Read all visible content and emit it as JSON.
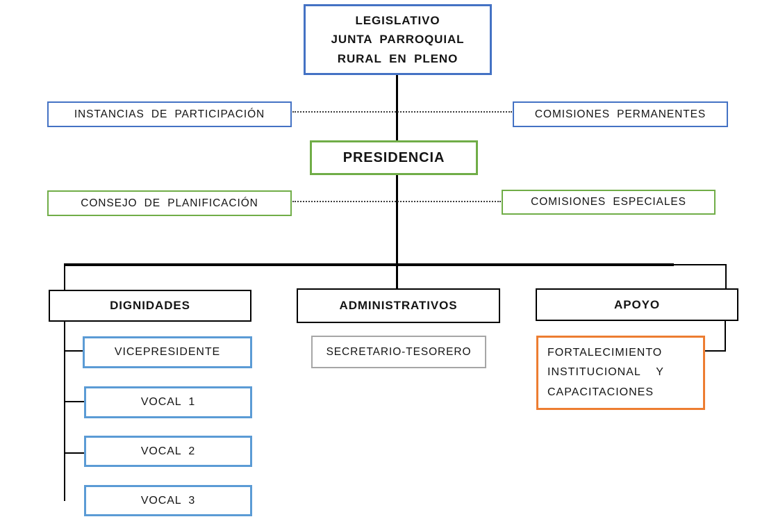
{
  "diagram": {
    "type": "org-chart",
    "language": "es",
    "colors": {
      "blue": "#4472C4",
      "green": "#70AD47",
      "lightblue": "#5B9BD5",
      "orange": "#ED7D31",
      "gray": "#A6A6A6",
      "line": "#000000"
    },
    "nodes": {
      "legislativo": {
        "label": "LEGISLATIVO\nJUNTA PARROQUIAL\nRURAL EN PLENO",
        "border": "blue",
        "level": 1
      },
      "instancias": {
        "label": "INSTANCIAS DE PARTICIPACIÓN",
        "border": "blue",
        "level": 2
      },
      "comisiones_permanentes": {
        "label": "COMISIONES PERMANENTES",
        "border": "blue",
        "level": 2
      },
      "presidencia": {
        "label": "PRESIDENCIA",
        "border": "green",
        "level": 3
      },
      "consejo_planificacion": {
        "label": "CONSEJO DE PLANIFICACIÓN",
        "border": "green",
        "level": 4
      },
      "comisiones_especiales": {
        "label": "COMISIONES ESPECIALES",
        "border": "green",
        "level": 4
      },
      "dignidades": {
        "label": "DIGNIDADES",
        "border": "black",
        "level": 5
      },
      "administrativos": {
        "label": "ADMINISTRATIVOS",
        "border": "black",
        "level": 5
      },
      "apoyo": {
        "label": "APOYO",
        "border": "black",
        "level": 5
      },
      "vicepresidente": {
        "label": "VICEPRESIDENTE",
        "border": "lightblue",
        "parent": "dignidades"
      },
      "vocal1": {
        "label": "VOCAL 1",
        "border": "lightblue",
        "parent": "dignidades"
      },
      "vocal2": {
        "label": "VOCAL 2",
        "border": "lightblue",
        "parent": "dignidades"
      },
      "vocal3": {
        "label": "VOCAL 3",
        "border": "lightblue",
        "parent": "dignidades"
      },
      "secretario_tesorero": {
        "label": "SECRETARIO-TESORERO",
        "border": "gray",
        "parent": "administrativos"
      },
      "fortalecimiento": {
        "label": "FORTALECIMIENTO\nINSTITUCIONAL   Y\nCAPACITACIONES",
        "border": "orange",
        "parent": "apoyo"
      }
    }
  }
}
